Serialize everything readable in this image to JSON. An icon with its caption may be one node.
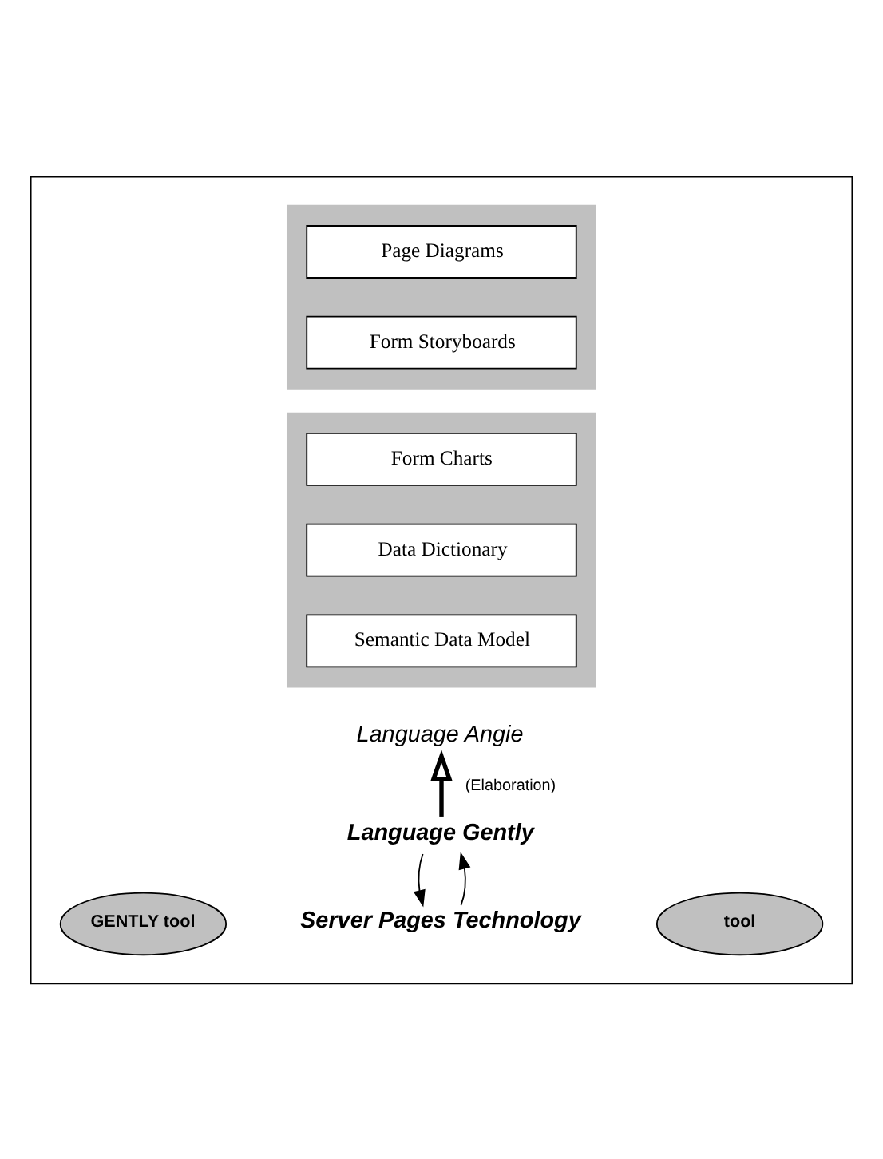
{
  "diagram": {
    "nodes": [
      {
        "text": [],
        "shape": "box"
      },
      {
        "text": [],
        "shape": "box",
        "in": 0
      },
      {
        "text": [
          "Page Diagrams"
        ],
        "in": 1
      },
      {
        "text": [
          "Form Storyboards"
        ],
        "in": 1
      },
      {
        "text": [],
        "shape": "box",
        "in": 0
      },
      {
        "text": [
          "Form Charts"
        ],
        "in": 4
      },
      {
        "text": [
          "Data Dictionary"
        ],
        "in": 4
      },
      {
        "text": [
          "Semantic Data Model"
        ],
        "in": 4
      },
      {
        "text": [
          "Language Angie"
        ],
        "in": 0
      },
      {
        "text": [
          "Language Gently"
        ],
        "in": 0
      },
      {
        "text": [
          "GENTLY tool"
        ],
        "in": 0
      },
      {
        "text": [
          "tool"
        ],
        "in": 0
      },
      {
        "text": [
          "Server Pages Technology"
        ],
        "in": 0
      }
    ],
    "edges": [
      {
        "from": 9,
        "to": 8,
        "arrow": "to",
        "label": "(Elaboration)",
        "style": "thick"
      },
      {
        "from": 9,
        "to": 12,
        "arrow": "to"
      },
      {
        "from": 12,
        "to": 9,
        "arrow": "to"
      }
    ]
  }
}
